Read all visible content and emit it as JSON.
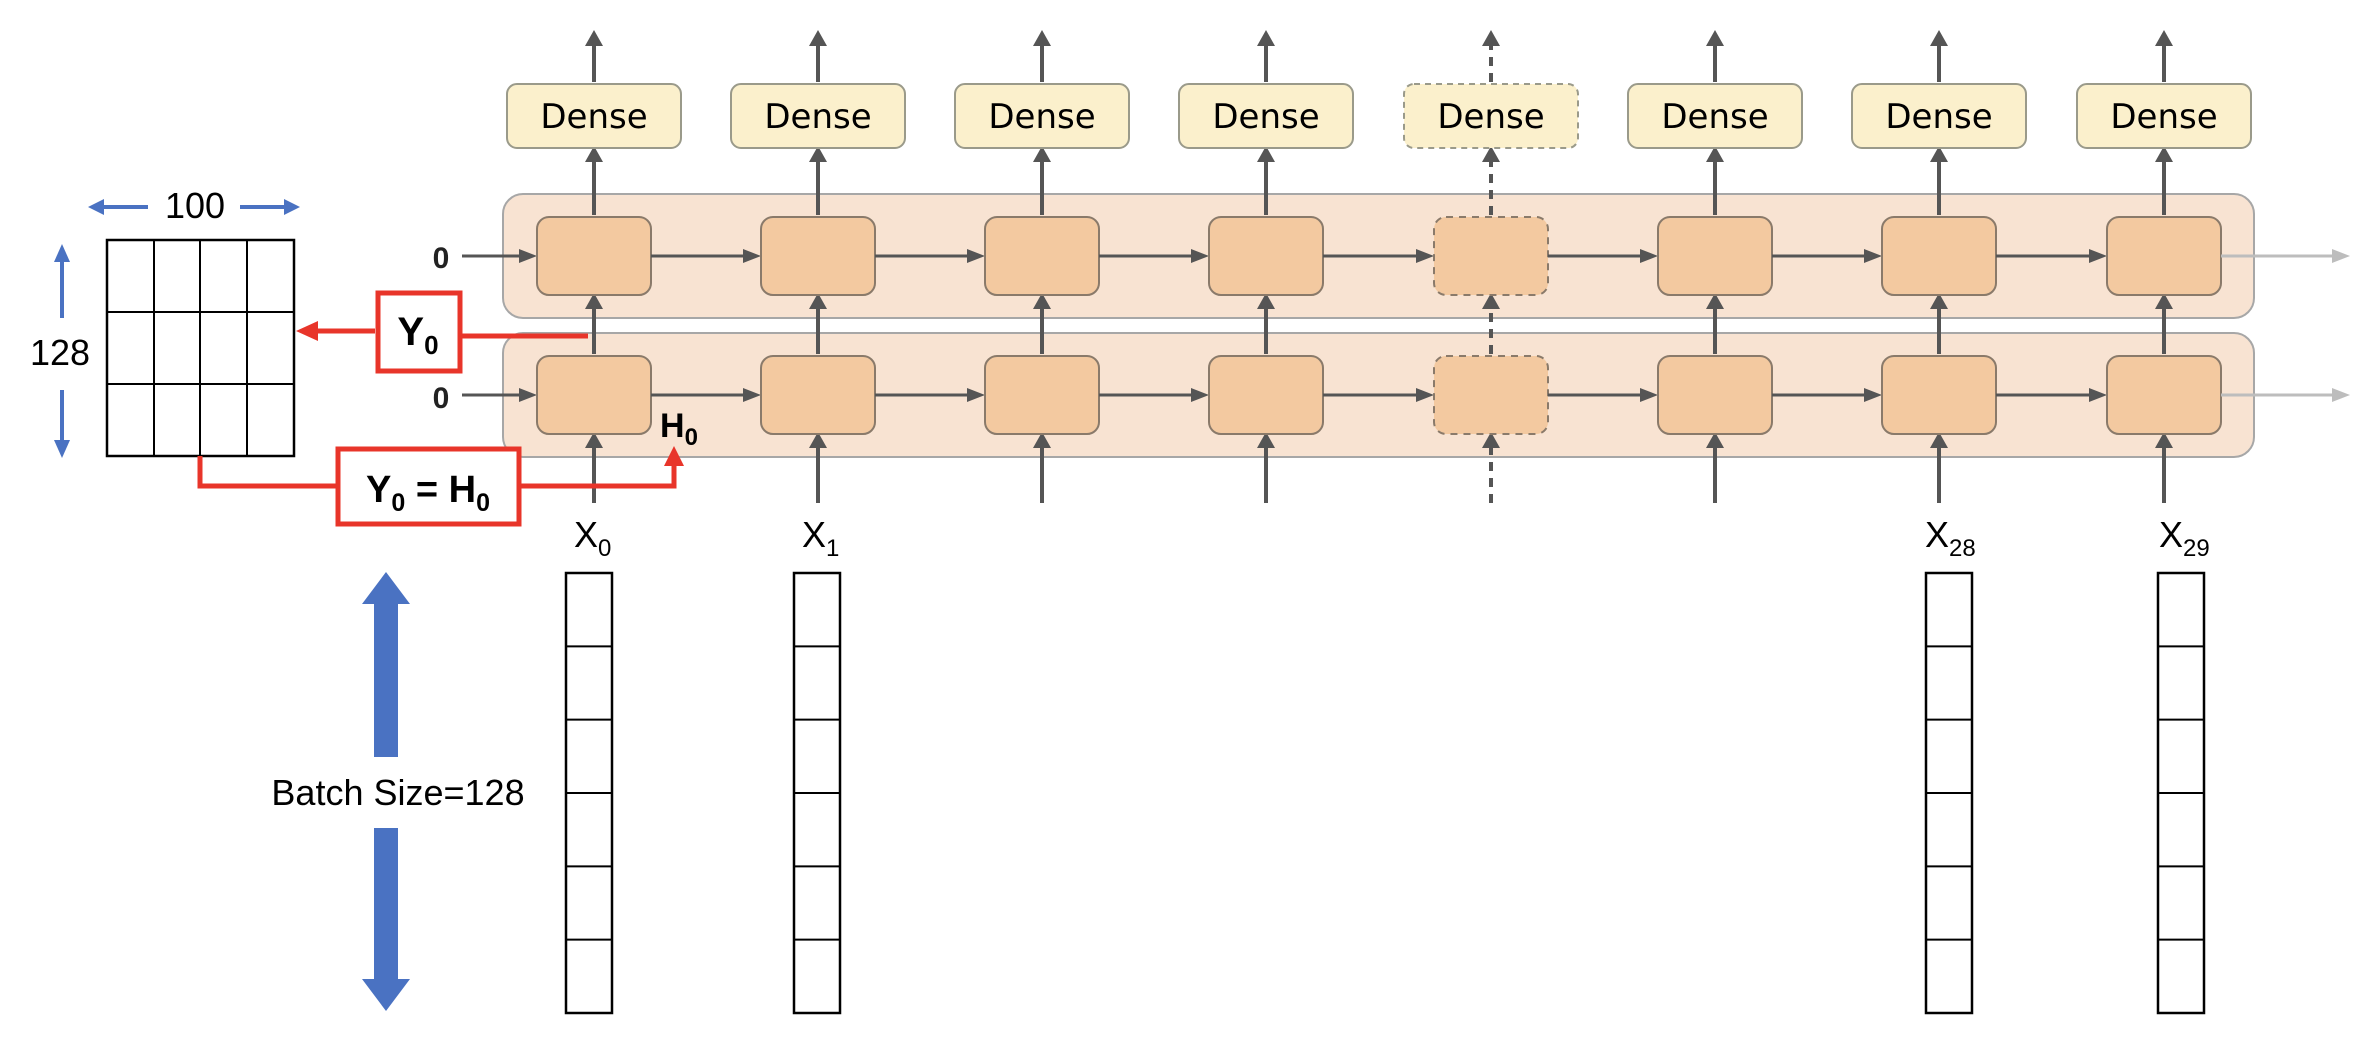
{
  "dense_label": "Dense",
  "initial_state": "0",
  "output_matrix": {
    "width_label": "100",
    "height_label": "128"
  },
  "annotations": {
    "y0": {
      "base": "Y",
      "sub": "0"
    },
    "h0": {
      "base": "H",
      "sub": "0"
    },
    "equality": {
      "lhs_base": "Y",
      "lhs_sub": "0",
      "eq": " = ",
      "rhs_base": "H",
      "rhs_sub": "0"
    }
  },
  "inputs": [
    {
      "base": "X",
      "sub": "0"
    },
    {
      "base": "X",
      "sub": "1"
    },
    {
      "base": "X",
      "sub": "28"
    },
    {
      "base": "X",
      "sub": "29"
    }
  ],
  "batch_label": "Batch Size=128",
  "colors": {
    "cell_fill": "#f3c9a0",
    "cell_stroke": "#8a7a6a",
    "layer_fill": "#f8e3d2",
    "dense_fill": "#fbf0cc",
    "arrow_gray": "#555555",
    "annotation_red": "#e8352a",
    "arrow_blue": "#4a72c2"
  }
}
